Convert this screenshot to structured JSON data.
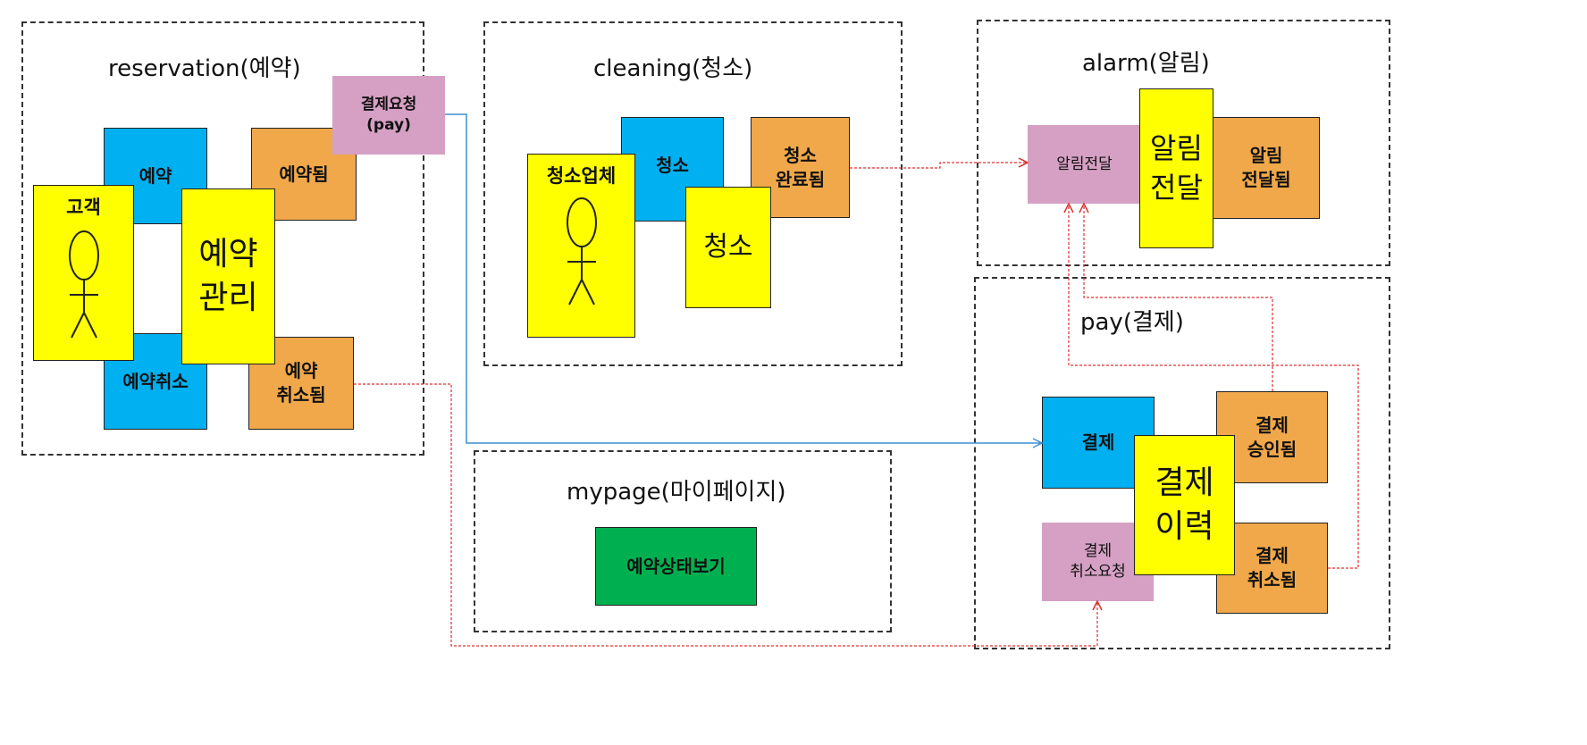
{
  "colors": {
    "command": "#00b0f0",
    "event": "#f0a84a",
    "aggregate": "#ffff00",
    "policy": "#d5a0c3",
    "readmodel": "#00b050",
    "sync_line": "#3b8fd4",
    "async_line": "#e03030"
  },
  "zones": {
    "reservation": "reservation(예약)",
    "cleaning": "cleaning(청소)",
    "alarm": "alarm(알림)",
    "pay": "pay(결제)",
    "mypage": "mypage(마이페이지)"
  },
  "reservation": {
    "actor": "고객",
    "command_reserve": "예약",
    "command_cancel": "예약취소",
    "aggregate": "예약\n관리",
    "event_reserved": "예약됨",
    "event_cancelled": "예약\n취소됨",
    "policy_pay_request": "결제요청\n(pay)"
  },
  "cleaning": {
    "actor": "청소업체",
    "command": "청소",
    "aggregate": "청소",
    "event_completed": "청소\n완료됨"
  },
  "alarm": {
    "policy": "알림전달",
    "aggregate": "알림\n전달",
    "event_delivered": "알림\n전달됨"
  },
  "pay": {
    "command": "결제",
    "aggregate": "결제\n이력",
    "event_approved": "결제\n승인됨",
    "event_cancelled": "결제\n취소됨",
    "policy_cancel_request": "결제\n취소요청"
  },
  "mypage": {
    "readmodel": "예약상태보기"
  }
}
